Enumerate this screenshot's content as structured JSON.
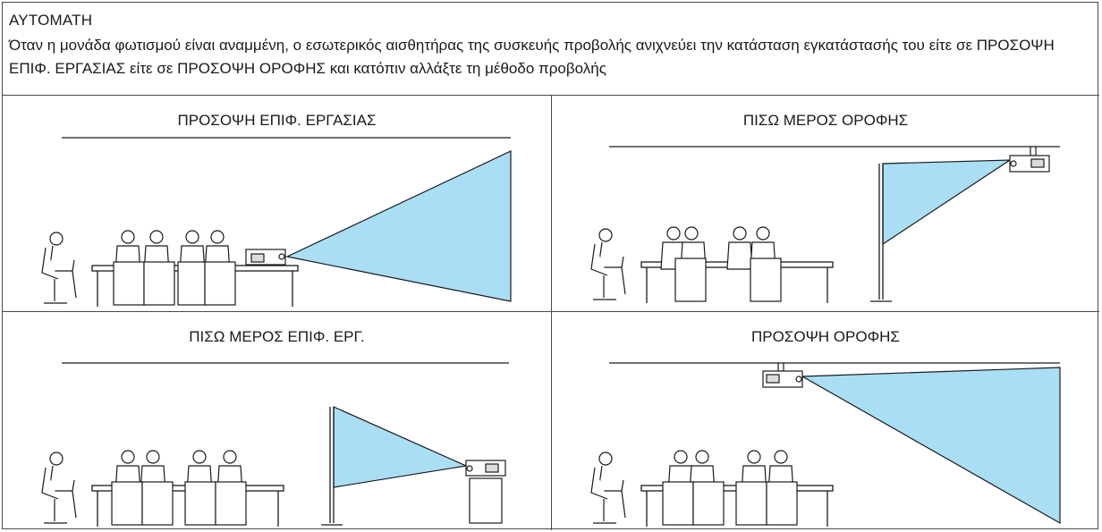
{
  "header": {
    "title": "ΑΥΤΟΜΑΤΗ",
    "description": "Όταν η μονάδα φωτισμού είναι αναμμένη, ο εσωτερικός αισθητήρας της συσκευής προβολής ανιχνεύει την κατάσταση εγκατάστασής του είτε σε ΠΡΟΣΟΨΗ ΕΠΙΦ. ΕΡΓΑΣΙΑΣ είτε σε ΠΡΟΣΟΨΗ ΟΡΟΦΗΣ και κατόπιν αλλάξτε τη μέθοδο προβολής"
  },
  "panels": [
    {
      "title": "ΠΡΟΣΟΨΗ ΕΠΙΦ. ΕΡΓΑΣΙΑΣ"
    },
    {
      "title": "ΠΙΣΩ ΜΕΡΟΣ ΟΡΟΦΗΣ"
    },
    {
      "title": "ΠΙΣΩ ΜΕΡΟΣ ΕΠΙΦ. ΕΡΓ."
    },
    {
      "title": "ΠΡΟΣΟΨΗ ΟΡΟΦΗΣ"
    }
  ],
  "colors": {
    "beam": "#a9def5",
    "line": "#1a1a1a",
    "border": "#4a4a4a"
  }
}
